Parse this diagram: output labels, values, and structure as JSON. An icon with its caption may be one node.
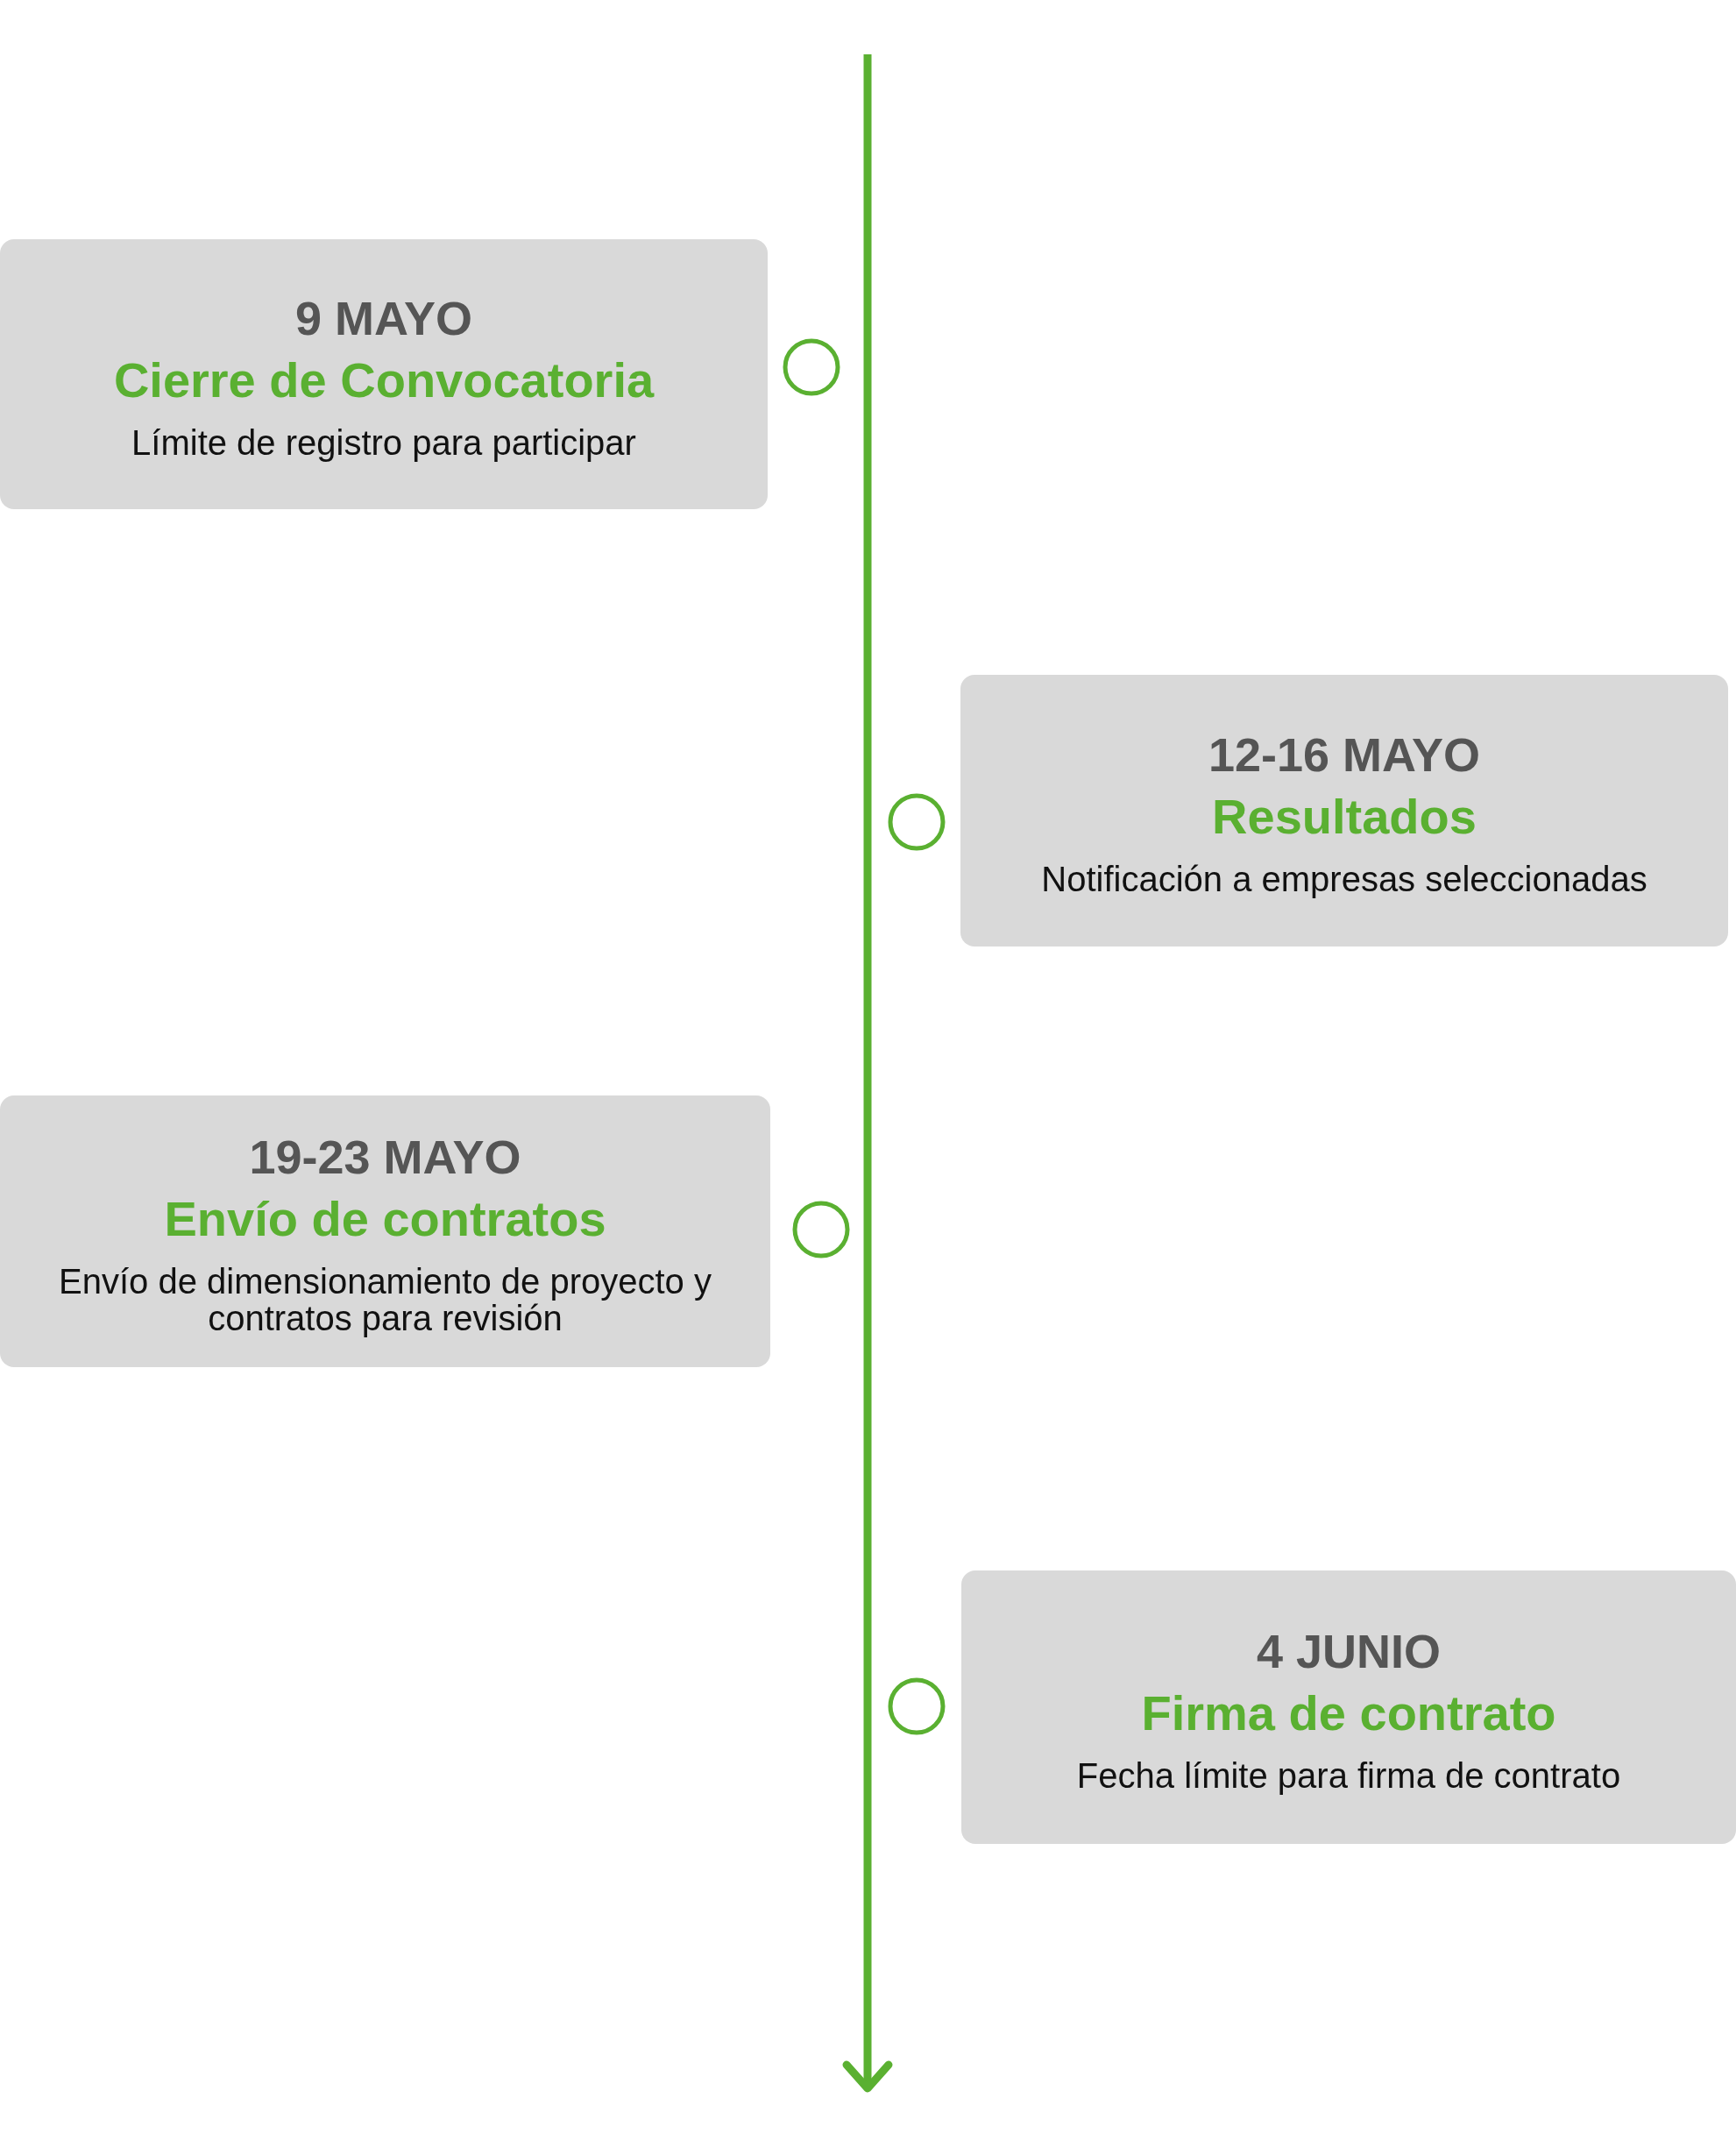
{
  "diagram": {
    "nodes": [
      {
        "text": [
          "9 MAYO",
          "Cierre de Convocatoria",
          "Límite de registro para participar"
        ]
      },
      {
        "text": [],
        "shape": "circle"
      },
      {
        "text": [],
        "shape": "circle"
      },
      {
        "text": [
          "12-16 MAYO",
          "Resultados",
          "Notificación a empresas seleccionadas"
        ]
      },
      {
        "text": [
          "19-23 MAYO",
          "Envío de contratos",
          "Envío de dimensionamiento de proyecto y contratos para revisión"
        ]
      },
      {
        "text": [],
        "shape": "circle"
      },
      {
        "text": [],
        "shape": "circle"
      },
      {
        "text": [
          "4 JUNIO",
          "Firma de contrato",
          "Fecha límite para firma de contrato"
        ]
      }
    ]
  }
}
